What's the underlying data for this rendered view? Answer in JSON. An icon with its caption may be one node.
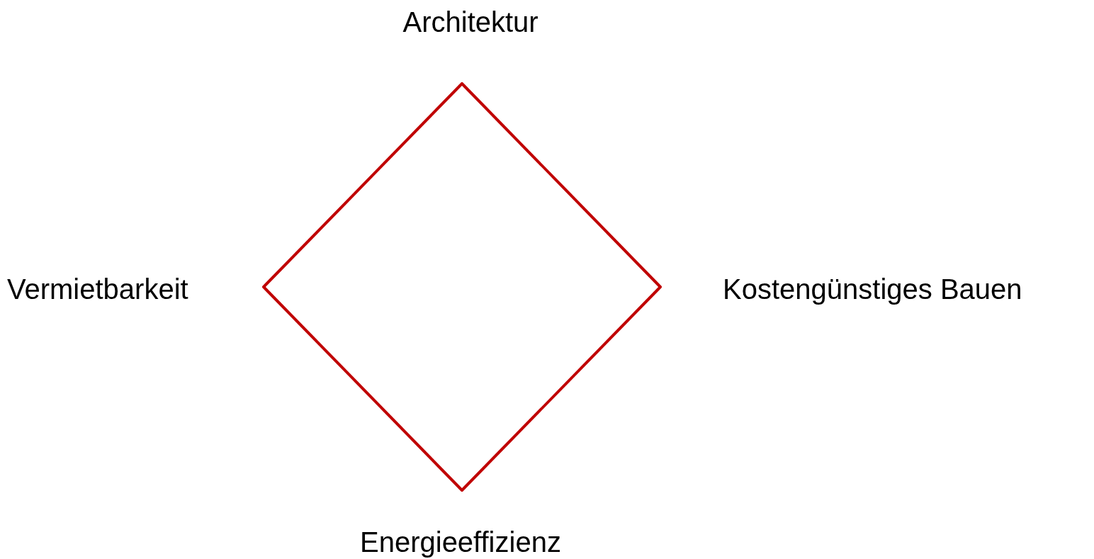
{
  "diagram": {
    "nodes": [
      {
        "text": [],
        "shape": "diamond"
      }
    ],
    "labels": [
      "Architektur",
      "Vermietbarkeit",
      "Kostengünstiges Bauen",
      "Energieeffizienz"
    ]
  }
}
